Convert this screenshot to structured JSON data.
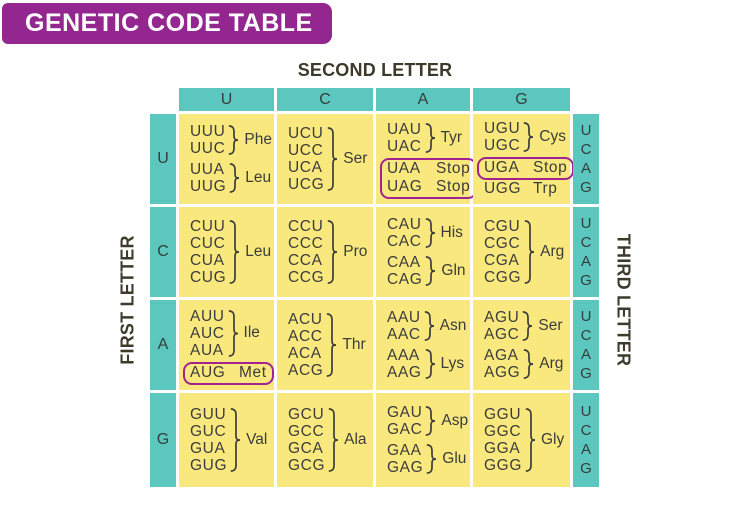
{
  "title": "GENETIC CODE TABLE",
  "axis_labels": {
    "top": "SECOND LETTER",
    "left": "FIRST LETTER",
    "right": "THIRD LETTER"
  },
  "column_headers": [
    "U",
    "C",
    "A",
    "G"
  ],
  "row_headers": [
    "U",
    "C",
    "A",
    "G"
  ],
  "third_letter_sequence": [
    "U",
    "C",
    "A",
    "G"
  ],
  "colors": {
    "banner": "#93278F",
    "banner_text": "#FFFFFF",
    "teal": "#5BC7BF",
    "teal_text": "#343E3B",
    "yellow": "#F9E87E",
    "highlight_outline": "#A2238E",
    "text_dark": "#3C3C3C",
    "label_text": "#3E3A2B"
  },
  "cells": [
    [
      {
        "groups": [
          {
            "type": "bracket",
            "codons": [
              "UUU",
              "UUC"
            ],
            "amino": "Phe"
          },
          {
            "type": "bracket",
            "codons": [
              "UUA",
              "UUG"
            ],
            "amino": "Leu"
          }
        ]
      },
      {
        "groups": [
          {
            "type": "bracket",
            "codons": [
              "UCU",
              "UCC",
              "UCA",
              "UCG"
            ],
            "amino": "Ser"
          }
        ]
      },
      {
        "groups": [
          {
            "type": "bracket",
            "codons": [
              "UAU",
              "UAC"
            ],
            "amino": "Tyr"
          },
          {
            "type": "plain",
            "highlight": true,
            "rows": [
              {
                "codon": "UAA",
                "amino": "Stop"
              },
              {
                "codon": "UAG",
                "amino": "Stop"
              }
            ]
          }
        ]
      },
      {
        "groups": [
          {
            "type": "bracket",
            "codons": [
              "UGU",
              "UGC"
            ],
            "amino": "Cys"
          },
          {
            "type": "plain",
            "highlight": true,
            "rows": [
              {
                "codon": "UGA",
                "amino": "Stop"
              }
            ]
          },
          {
            "type": "plain",
            "highlight": false,
            "rows": [
              {
                "codon": "UGG",
                "amino": "Trp"
              }
            ]
          }
        ]
      }
    ],
    [
      {
        "groups": [
          {
            "type": "bracket",
            "codons": [
              "CUU",
              "CUC",
              "CUA",
              "CUG"
            ],
            "amino": "Leu"
          }
        ]
      },
      {
        "groups": [
          {
            "type": "bracket",
            "codons": [
              "CCU",
              "CCC",
              "CCA",
              "CCG"
            ],
            "amino": "Pro"
          }
        ]
      },
      {
        "groups": [
          {
            "type": "bracket",
            "codons": [
              "CAU",
              "CAC"
            ],
            "amino": "His"
          },
          {
            "type": "bracket",
            "codons": [
              "CAA",
              "CAG"
            ],
            "amino": "Gln"
          }
        ]
      },
      {
        "groups": [
          {
            "type": "bracket",
            "codons": [
              "CGU",
              "CGC",
              "CGA",
              "CGG"
            ],
            "amino": "Arg"
          }
        ]
      }
    ],
    [
      {
        "groups": [
          {
            "type": "bracket",
            "codons": [
              "AUU",
              "AUC",
              "AUA"
            ],
            "amino": "Ile"
          },
          {
            "type": "plain",
            "highlight": true,
            "rows": [
              {
                "codon": "AUG",
                "amino": "Met"
              }
            ]
          }
        ]
      },
      {
        "groups": [
          {
            "type": "bracket",
            "codons": [
              "ACU",
              "ACC",
              "ACA",
              "ACG"
            ],
            "amino": "Thr"
          }
        ]
      },
      {
        "groups": [
          {
            "type": "bracket",
            "codons": [
              "AAU",
              "AAC"
            ],
            "amino": "Asn"
          },
          {
            "type": "bracket",
            "codons": [
              "AAA",
              "AAG"
            ],
            "amino": "Lys"
          }
        ]
      },
      {
        "groups": [
          {
            "type": "bracket",
            "codons": [
              "AGU",
              "AGC"
            ],
            "amino": "Ser"
          },
          {
            "type": "bracket",
            "codons": [
              "AGA",
              "AGG"
            ],
            "amino": "Arg"
          }
        ]
      }
    ],
    [
      {
        "groups": [
          {
            "type": "bracket",
            "codons": [
              "GUU",
              "GUC",
              "GUA",
              "GUG"
            ],
            "amino": "Val"
          }
        ]
      },
      {
        "groups": [
          {
            "type": "bracket",
            "codons": [
              "GCU",
              "GCC",
              "GCA",
              "GCG"
            ],
            "amino": "Ala"
          }
        ]
      },
      {
        "groups": [
          {
            "type": "bracket",
            "codons": [
              "GAU",
              "GAC"
            ],
            "amino": "Asp"
          },
          {
            "type": "bracket",
            "codons": [
              "GAA",
              "GAG"
            ],
            "amino": "Glu"
          }
        ]
      },
      {
        "groups": [
          {
            "type": "bracket",
            "codons": [
              "GGU",
              "GGC",
              "GGA",
              "GGG"
            ],
            "amino": "Gly"
          }
        ]
      }
    ]
  ]
}
